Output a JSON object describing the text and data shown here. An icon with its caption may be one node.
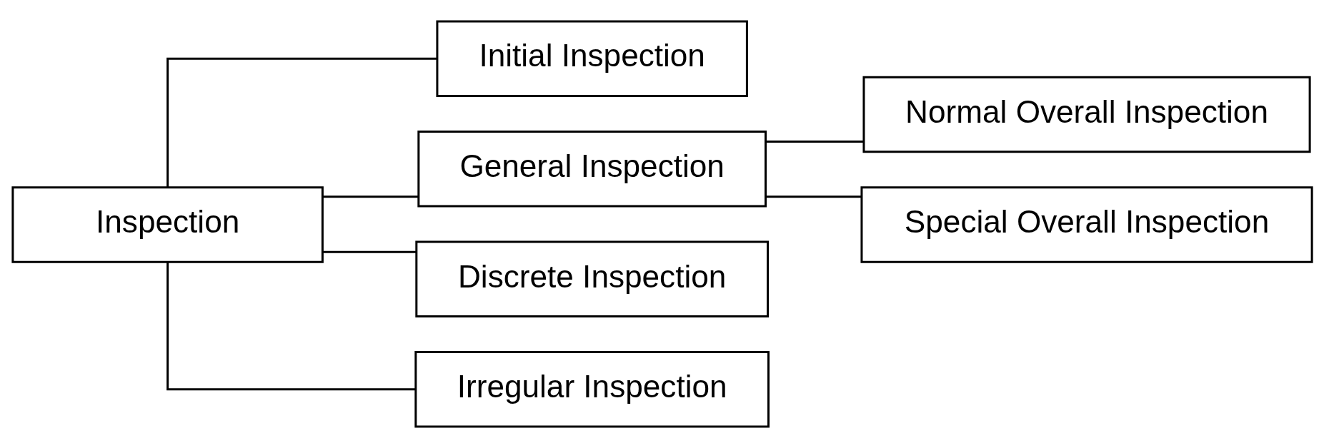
{
  "diagram": {
    "nodes": [
      {
        "text": [
          "Inspection"
        ]
      },
      {
        "text": [
          "Initial Inspection"
        ]
      },
      {
        "text": [
          "General Inspection"
        ]
      },
      {
        "text": [
          "Discrete Inspection"
        ]
      },
      {
        "text": [
          "Irregular Inspection"
        ]
      },
      {
        "text": [
          "Normal Overall Inspection"
        ]
      },
      {
        "text": [
          "Special Overall Inspection"
        ]
      }
    ],
    "edges": [
      {
        "from": 0,
        "to": 1,
        "arrow": "none"
      },
      {
        "from": 0,
        "to": 2,
        "arrow": "none"
      },
      {
        "from": 0,
        "to": 3,
        "arrow": "none"
      },
      {
        "from": 0,
        "to": 4,
        "arrow": "none"
      },
      {
        "from": 2,
        "to": 5,
        "arrow": "none"
      },
      {
        "from": 2,
        "to": 6,
        "arrow": "none"
      }
    ]
  }
}
